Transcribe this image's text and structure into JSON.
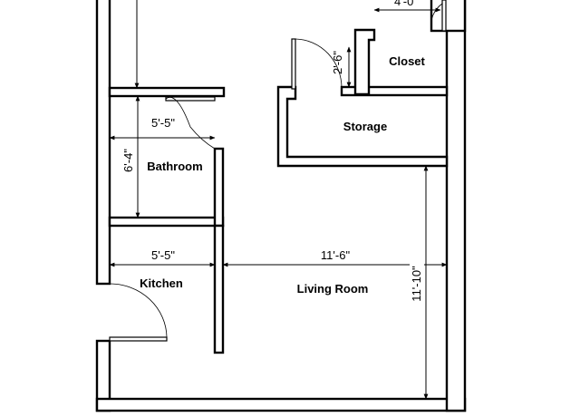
{
  "rooms": {
    "closet": "Closet",
    "storage": "Storage",
    "bathroom": "Bathroom",
    "kitchen": "Kitchen",
    "living_room": "Living Room"
  },
  "dimensions": {
    "closet_width": "4'-0\"",
    "closet_depth": "2'-6\"",
    "bathroom_width": "5'-5\"",
    "bathroom_depth": "6'-4\"",
    "kitchen_width": "5'-5\"",
    "living_room_width": "11'-6\"",
    "living_room_depth": "11'-10\""
  },
  "colors": {
    "wall": "#000000",
    "background": "#ffffff"
  }
}
